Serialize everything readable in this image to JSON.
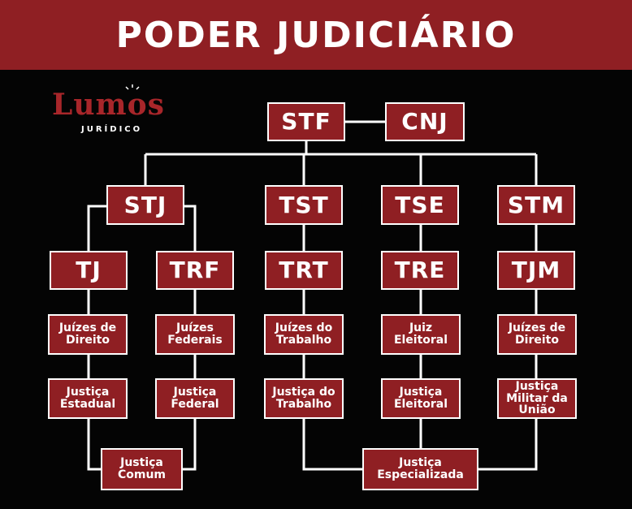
{
  "title": "PODER JUDICIÁRIO",
  "logo": {
    "word": "Lumos",
    "sub": "JURÍDICO",
    "icon": "lightbulb-scales-icon"
  },
  "colors": {
    "accent": "#8f1f23",
    "background": "#000000",
    "text": "#ffffff"
  },
  "nodes": {
    "stf": "STF",
    "cnj": "CNJ",
    "stj": "STJ",
    "tst": "TST",
    "tse": "TSE",
    "stm": "STM",
    "tj": "TJ",
    "trf": "TRF",
    "trt": "TRT",
    "tre": "TRE",
    "tjm": "TJM",
    "juizes_direito_1": "Juízes de Direito",
    "juizes_federais": "Juízes Federais",
    "juizes_trabalho": "Juízes do Trabalho",
    "juiz_eleitoral": "Juiz Eleitoral",
    "juizes_direito_2": "Juízes de Direito",
    "justica_estadual": "Justiça Estadual",
    "justica_federal": "Justiça Federal",
    "justica_trabalho": "Justiça do Trabalho",
    "justica_eleitoral": "Justiça Eleitoral",
    "justica_militar": "Justiça Militar da União",
    "justica_comum": "Justiça Comum",
    "justica_especializada": "Justiça Especializada"
  }
}
